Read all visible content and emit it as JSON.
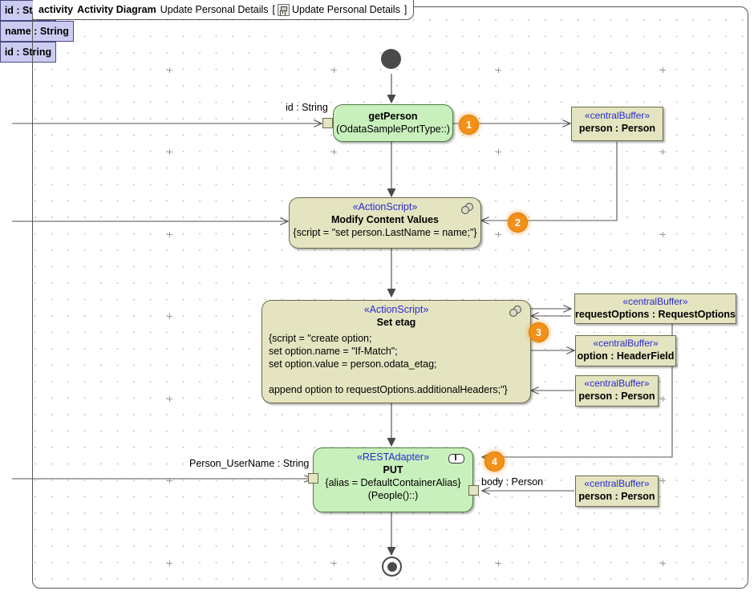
{
  "frame": {
    "keyword": "activity",
    "diagram_type": "Activity Diagram",
    "name": "Update Personal Details",
    "bracket_open": "[",
    "bracket_name": "Update Personal Details",
    "bracket_close": "]",
    "icon": "activity-diagram-icon"
  },
  "colors": {
    "action_fill": "#c8f0bc",
    "action_border": "#4d7a44",
    "script_fill": "#e4e4c0",
    "script_border": "#6b6b4f",
    "buffer_fill": "#e4e4c0",
    "param_fill": "#ccccf2",
    "param_border": "#4a4a80",
    "badge": "#f39019",
    "stereotype_text": "#2a2ad0",
    "node_gray": "#4a4a4a"
  },
  "nodes": {
    "initial": {
      "name": "initial-node"
    },
    "final": {
      "name": "activity-final-node"
    },
    "get_person": {
      "title": "getPerson",
      "subtitle": "(OdataSamplePortType::)",
      "badge": "1"
    },
    "modify_content": {
      "stereotype": "«ActionScript»",
      "title": "Modify Content Values",
      "script": "{script = \"set person.LastName = name;\"}",
      "badge": "2"
    },
    "set_etag": {
      "stereotype": "«ActionScript»",
      "title": "Set etag",
      "script_lines": [
        "{script = \"create option;",
        "set option.name = \"If-Match\";",
        "set option.value = person.odata_etag;",
        "",
        "append option to requestOptions.additionalHeaders;\"}"
      ],
      "badge": "3"
    },
    "put": {
      "stereotype": "«RESTAdapter»",
      "title": "PUT",
      "alias": "{alias = DefaultContainerAlias}",
      "subtitle": "(People()::)",
      "badge": "4"
    }
  },
  "buffers": [
    {
      "stereotype": "«centralBuffer»",
      "name": "person : Person"
    },
    {
      "stereotype": "«centralBuffer»",
      "name": "requestOptions : RequestOptions"
    },
    {
      "stereotype": "«centralBuffer»",
      "name": "option : HeaderField"
    },
    {
      "stereotype": "«centralBuffer»",
      "name": "person : Person"
    },
    {
      "stereotype": "«centralBuffer»",
      "name": "person : Person"
    }
  ],
  "parameters": [
    {
      "label": "id : String"
    },
    {
      "label": "name : String"
    },
    {
      "label": "id : String"
    }
  ],
  "edge_labels": [
    {
      "label": "id : String"
    },
    {
      "label": "Person_UserName : String"
    },
    {
      "label": "body : Person"
    }
  ]
}
